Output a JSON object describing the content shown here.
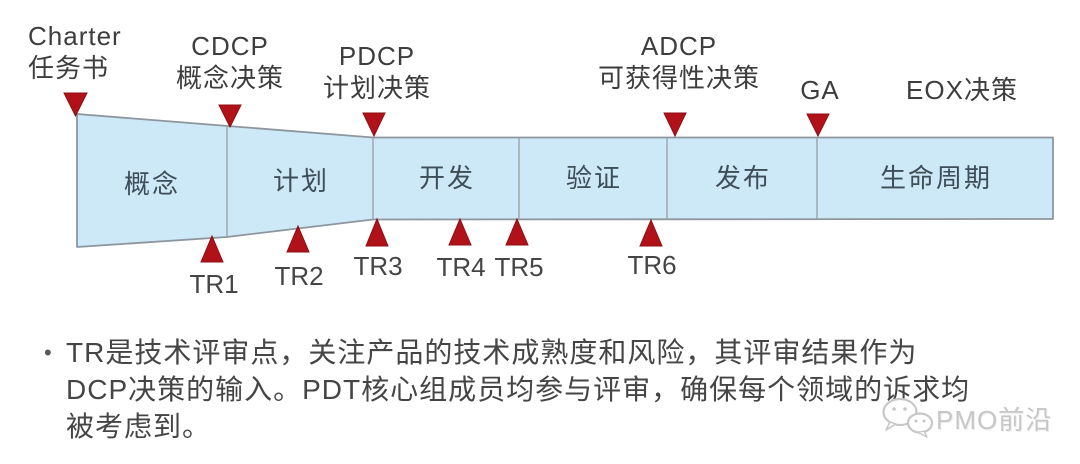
{
  "diagram": {
    "milestones": [
      {
        "title": "Charter",
        "subtitle": "任务书"
      },
      {
        "title": "CDCP",
        "subtitle": "概念决策"
      },
      {
        "title": "PDCP",
        "subtitle": "计划决策"
      },
      {
        "title": "ADCP",
        "subtitle": "可获得性决策"
      },
      {
        "title": "GA",
        "subtitle": ""
      },
      {
        "title": "EOX决策",
        "subtitle": ""
      }
    ],
    "phases": [
      {
        "label": "概念"
      },
      {
        "label": "计划"
      },
      {
        "label": "开发"
      },
      {
        "label": "验证"
      },
      {
        "label": "发布"
      },
      {
        "label": "生命周期"
      }
    ],
    "tr_reviews": [
      {
        "label": "TR1"
      },
      {
        "label": "TR2"
      },
      {
        "label": "TR3"
      },
      {
        "label": "TR4"
      },
      {
        "label": "TR5"
      },
      {
        "label": "TR6"
      }
    ]
  },
  "note": {
    "bullet": "•",
    "lines": [
      "TR是技术评审点，关注产品的技术成熟度和风险，其评审结果作为",
      "DCP决策的输入。PDT核心组成员均参与评审，确保每个领域的诉求均",
      "被考虑到。"
    ]
  },
  "watermark": {
    "label": "PMO前沿",
    "icon": "wechat-icon"
  },
  "colors": {
    "band_fill": "#cde8f7",
    "band_border": "#8d969e",
    "marker_red": "#b1121a",
    "text_dark": "#3d3d3d",
    "phase_text": "#3e4e58",
    "watermark_gray": "#c7c7c7"
  }
}
